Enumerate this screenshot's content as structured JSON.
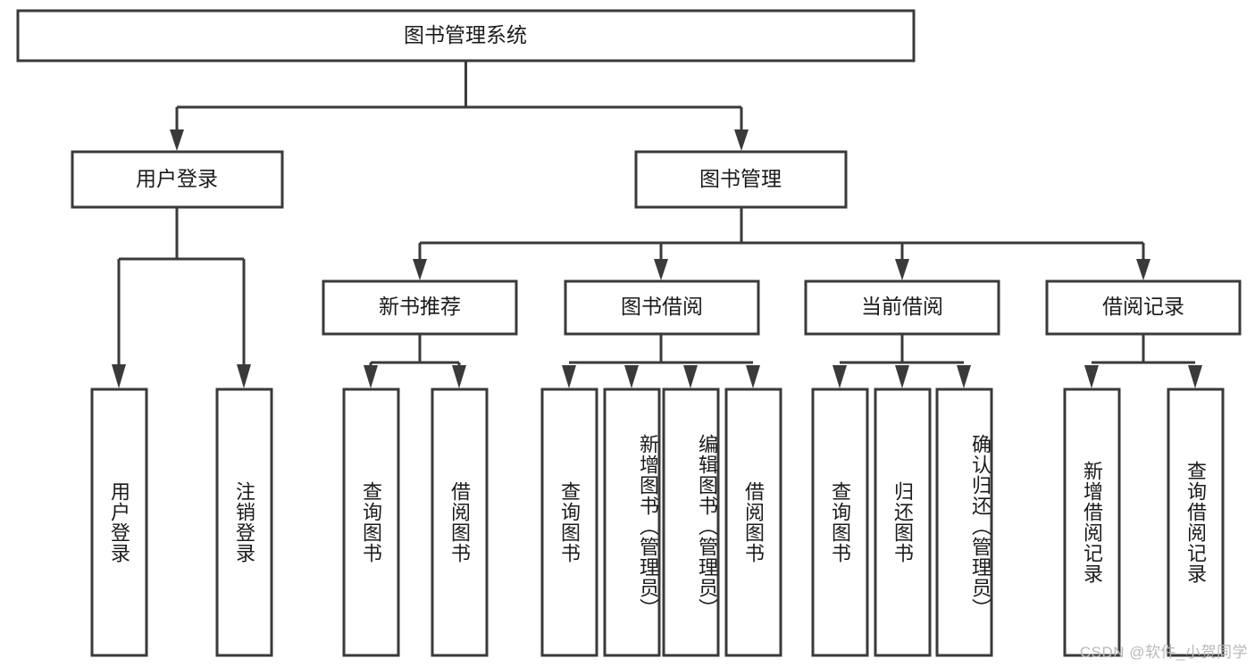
{
  "diagram": {
    "type": "tree",
    "title": "图书管理系统",
    "watermark": "CSDN @软件_小贺同学",
    "colors": {
      "stroke": "#3a3a3a",
      "fill": "#ffffff",
      "text": "#1b1b1b",
      "watermark": "#b9b9b9",
      "background": "#ffffff"
    },
    "nodes": {
      "root": {
        "label": "图书管理系统"
      },
      "level2": [
        {
          "label": "用户登录"
        },
        {
          "label": "图书管理"
        }
      ],
      "level3": [
        {
          "label": "新书推荐"
        },
        {
          "label": "图书借阅"
        },
        {
          "label": "当前借阅"
        },
        {
          "label": "借阅记录"
        }
      ],
      "leaves": {
        "user_login": [
          {
            "label": "用户登录"
          },
          {
            "label": "注销登录"
          }
        ],
        "new_book_recommend": [
          {
            "label": "查询图书"
          },
          {
            "label": "借阅图书"
          }
        ],
        "book_borrow": [
          {
            "label": "查询图书"
          },
          {
            "label": "新增图书（管理员）"
          },
          {
            "label": "编辑图书（管理员）"
          },
          {
            "label": "借阅图书"
          }
        ],
        "current_borrow": [
          {
            "label": "查询图书"
          },
          {
            "label": "归还图书"
          },
          {
            "label": "确认归还（管理员）"
          }
        ],
        "borrow_record": [
          {
            "label": "新增借阅记录"
          },
          {
            "label": "查询借阅记录"
          }
        ]
      }
    }
  }
}
